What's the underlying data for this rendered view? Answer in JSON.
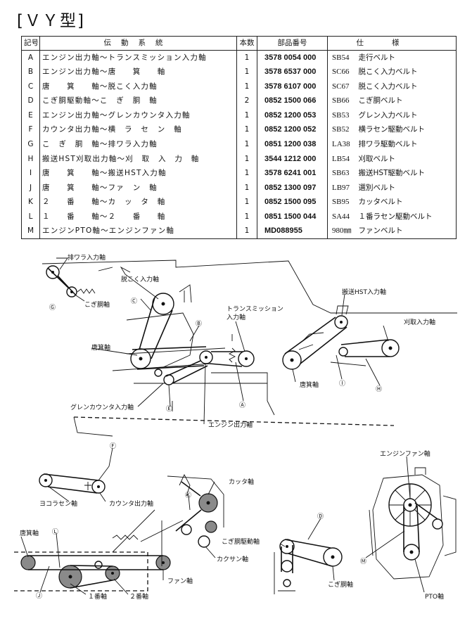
{
  "title": "[ＶＹ型]",
  "headers": {
    "symbol": "記号",
    "transmission": "伝動系統",
    "count": "本数",
    "part_no": "部品番号",
    "spec": "仕様"
  },
  "rows": [
    {
      "sym": "A",
      "path": "エンジン出力軸〜トランスミッション入力軸",
      "qty": "1",
      "part": "3578 0054 000",
      "belt": "SB54",
      "desc": "走行ベルト"
    },
    {
      "sym": "B",
      "path": "エンジン出力軸〜唐　　箕　　軸",
      "qty": "1",
      "part": "3578 6537 000",
      "belt": "SC66",
      "desc": "脱こく入力ベルト"
    },
    {
      "sym": "C",
      "path": "唐　　箕　　軸〜脱こく入力軸",
      "qty": "1",
      "part": "3578 6107 000",
      "belt": "SC67",
      "desc": "脱こく入力ベルト"
    },
    {
      "sym": "D",
      "path": "こぎ胴駆動軸〜こ　ぎ　胴　軸",
      "qty": "2",
      "part": "0852 1500 066",
      "belt": "SB66",
      "desc": "こぎ胴ベルト"
    },
    {
      "sym": "E",
      "path": "エンジン出力軸〜グレンカウンタ入力軸",
      "qty": "1",
      "part": "0852 1200 053",
      "belt": "SB53",
      "desc": "グレン入力ベルト"
    },
    {
      "sym": "F",
      "path": "カウンタ出力軸〜横　ラ　セ　ン　軸",
      "qty": "1",
      "part": "0852 1200 052",
      "belt": "SB52",
      "desc": "横ラセン駆動ベルト"
    },
    {
      "sym": "G",
      "path": "こ　ぎ　胴　軸〜排ワラ入力軸",
      "qty": "1",
      "part": "0851 1200 038",
      "belt": "LA38",
      "desc": "排ワラ駆動ベルト"
    },
    {
      "sym": "H",
      "path": "搬送HST刈取出力軸〜刈　取　入　力　軸",
      "qty": "1",
      "part": "3544 1212 000",
      "belt": "LB54",
      "desc": "刈取ベルト"
    },
    {
      "sym": "I",
      "path": "唐　　箕　　軸〜搬送HST入力軸",
      "qty": "1",
      "part": "3578 6241 001",
      "belt": "SB63",
      "desc": "搬送HST駆動ベルト"
    },
    {
      "sym": "J",
      "path": "唐　　箕　　軸〜ファ　ン　軸",
      "qty": "1",
      "part": "0852 1300 097",
      "belt": "LB97",
      "desc": "選別ベルト"
    },
    {
      "sym": "K",
      "path": "２　　番　　軸〜カ　ッ　タ　軸",
      "qty": "1",
      "part": "0852 1500 095",
      "belt": "SB95",
      "desc": "カッタベルト"
    },
    {
      "sym": "L",
      "path": "１　　番　　軸〜２　　番　　軸",
      "qty": "1",
      "part": "0851 1500 044",
      "belt": "SA44",
      "desc": "１番ラセン駆動ベルト"
    },
    {
      "sym": "M",
      "path": "エンジンPTO軸〜エンジンファン軸",
      "qty": "1",
      "part": "MD088955",
      "belt": "980㎜",
      "desc": "ファンベルト"
    }
  ],
  "diagram_labels": {
    "hai_wara": "排ワラ入力軸",
    "kogi_do": "こぎ胴軸",
    "dakkoku": "脱こく入力軸",
    "transmission": "トランスミッション",
    "transmission2": "入力軸",
    "tomi": "唐箕軸",
    "grain_counter": "グレンカウンタ入力軸",
    "engine_out": "エンジン出力軸",
    "hanso_hst": "搬送HST入力軸",
    "karitori": "刈取入力軸",
    "tomi2": "唐箕軸",
    "yokorasen": "ヨコラセン軸",
    "counter_out": "カウンタ出力軸",
    "cutter": "カッタ軸",
    "tomi3": "唐箕軸",
    "kakusan": "カクサン軸",
    "fan": "ファン軸",
    "ichiban": "１番軸",
    "niban": "２番軸",
    "kogido_kudo": "こぎ胴駆動軸",
    "kogido2": "こぎ胴軸",
    "engine_fan": "エンジンファン軸",
    "pto": "PTO軸"
  },
  "callouts": {
    "A": "Ⓐ",
    "B": "Ⓑ",
    "C": "Ⓒ",
    "D": "Ⓓ",
    "E": "Ⓔ",
    "F": "Ⓕ",
    "G": "Ⓖ",
    "H": "Ⓗ",
    "I": "Ⓘ",
    "J": "Ⓙ",
    "K": "Ⓚ",
    "L": "Ⓛ",
    "M": "Ⓜ"
  }
}
